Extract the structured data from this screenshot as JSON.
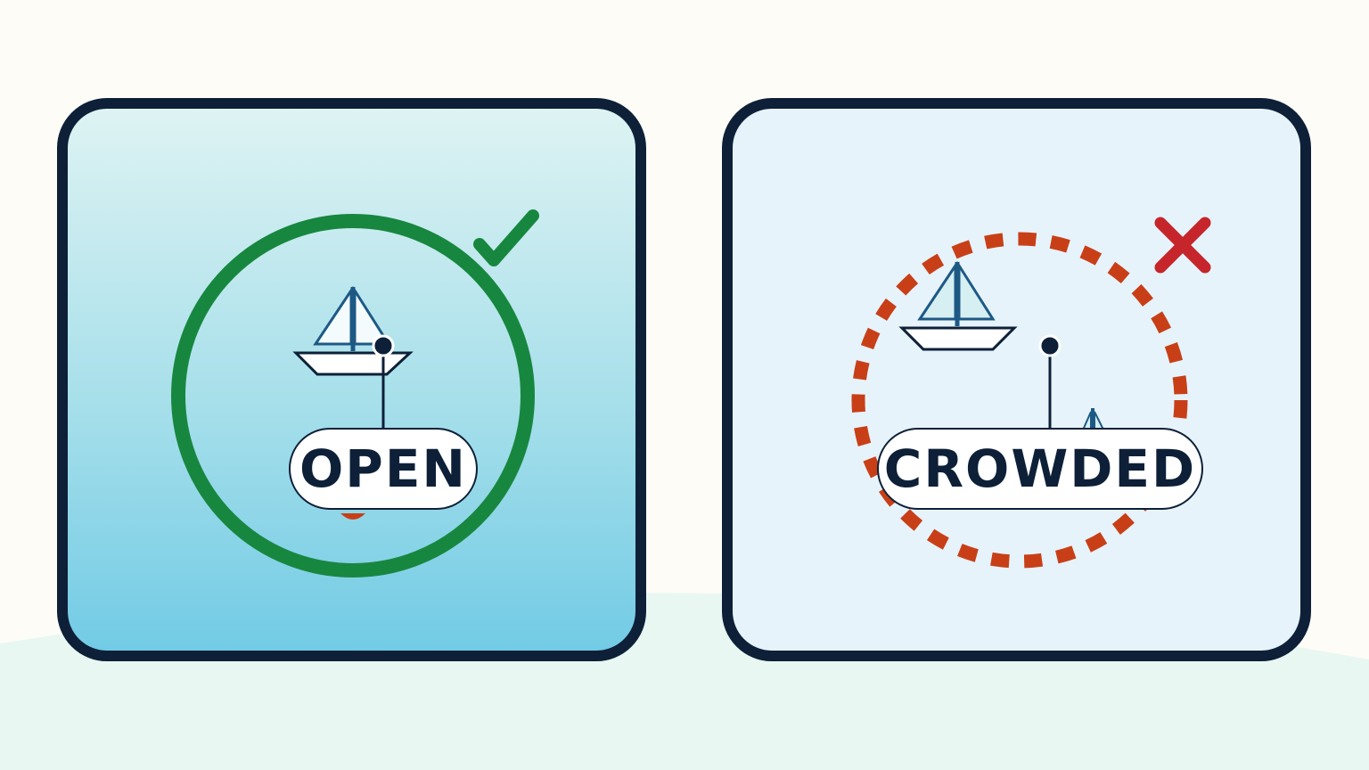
{
  "colors": {
    "frame": "#0d2038",
    "ok": "#17873f",
    "bad": "#c83f17",
    "cross": "#c5252b",
    "boat_outline": "#1d5985",
    "pill_bg": "#ffffff"
  },
  "panels": [
    {
      "id": "open",
      "label": "OPEN",
      "status_icon": "checkmark-icon",
      "circle_style": "solid"
    },
    {
      "id": "crowded",
      "label": "CROWDED",
      "status_icon": "x-mark-icon",
      "circle_style": "dashed"
    }
  ]
}
